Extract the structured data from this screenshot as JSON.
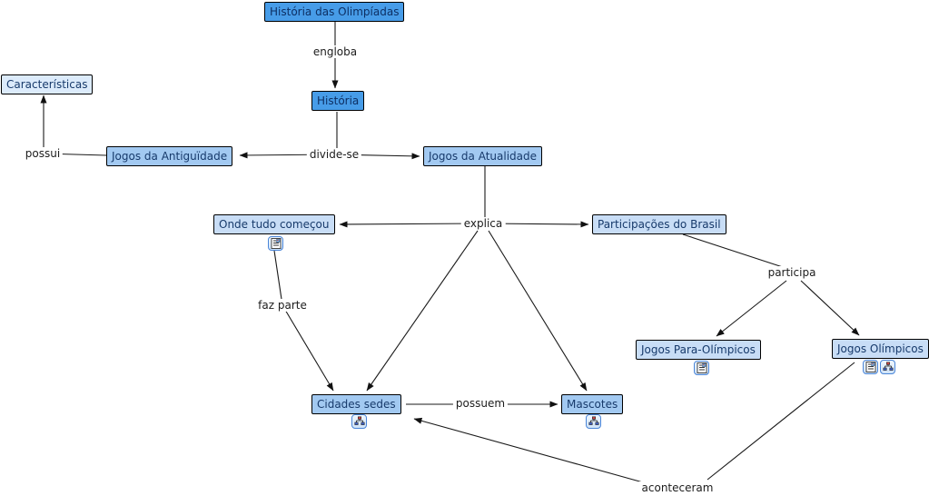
{
  "diagram": {
    "app": "concept-map",
    "title": "História das Olimpíadas",
    "colors": {
      "node_primary": "#479ce8",
      "node_medium": "#a2c9f1",
      "node_light": "#c8ddf6",
      "node_pale": "#dcebfb",
      "node_border": "#000000",
      "node_text": "#173a6b",
      "line": "#1a1a1a",
      "label_text": "#1c1c1c",
      "icon_border": "#4a85d8"
    },
    "nodes": [
      {
        "id": "historia-das-olimpiadas",
        "label": "História das Olimpíadas",
        "style": "primary",
        "icons": []
      },
      {
        "id": "historia",
        "label": "História",
        "style": "primary",
        "icons": []
      },
      {
        "id": "caracteristicas",
        "label": "Características",
        "style": "pale",
        "icons": []
      },
      {
        "id": "jogos-da-antiguidade",
        "label": "Jogos da Antiguïdade",
        "style": "medium",
        "icons": []
      },
      {
        "id": "jogos-da-atualidade",
        "label": "Jogos da Atualidade",
        "style": "medium",
        "icons": []
      },
      {
        "id": "onde-tudo-comecou",
        "label": "Onde tudo começou",
        "style": "light",
        "icons": [
          "document-resource"
        ]
      },
      {
        "id": "participacoes-do-brasil",
        "label": "Participações do Brasil",
        "style": "light",
        "icons": []
      },
      {
        "id": "jogos-para-olimpicos",
        "label": "Jogos Para-Olímpicos",
        "style": "light",
        "icons": [
          "document-resource"
        ]
      },
      {
        "id": "jogos-olimpicos",
        "label": "Jogos Olímpicos",
        "style": "light",
        "icons": [
          "document-resource",
          "concept-map-resource"
        ]
      },
      {
        "id": "cidades-sedes",
        "label": "Cidades sedes",
        "style": "medium",
        "icons": [
          "concept-map-resource"
        ]
      },
      {
        "id": "mascotes",
        "label": "Mascotes",
        "style": "medium",
        "icons": [
          "concept-map-resource"
        ]
      }
    ],
    "links": [
      {
        "label": "engloba",
        "from": "História das Olimpíadas",
        "to": [
          "História"
        ]
      },
      {
        "label": "divide-se",
        "from": "História",
        "to": [
          "Jogos da Antiguïdade",
          "Jogos da Atualidade"
        ]
      },
      {
        "label": "possui",
        "from": "Jogos da Antiguïdade",
        "to": [
          "Características"
        ]
      },
      {
        "label": "explica",
        "from": "Jogos da Atualidade",
        "to": [
          "Onde tudo começou",
          "Participações do Brasil",
          "Cidades sedes",
          "Mascotes"
        ]
      },
      {
        "label": "faz parte",
        "from": "Onde tudo começou",
        "to": [
          "Cidades sedes"
        ]
      },
      {
        "label": "participa",
        "from": "Participações do Brasil",
        "to": [
          "Jogos Para-Olímpicos",
          "Jogos Olímpicos"
        ]
      },
      {
        "label": "possuem",
        "from": "Cidades sedes",
        "to": [
          "Mascotes"
        ]
      },
      {
        "label": "aconteceram",
        "from": "Jogos Olímpicos",
        "to": [
          "Cidades sedes"
        ]
      }
    ]
  }
}
